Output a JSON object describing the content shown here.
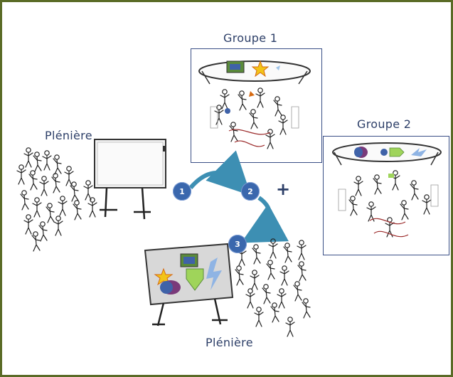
{
  "labels": {
    "pleniere_top": "Plénière",
    "groupe1": "Groupe 1",
    "groupe2": "Groupe 2",
    "pleniere_bottom": "Plénière"
  },
  "steps": [
    "1",
    "2",
    "3"
  ],
  "plus_sign": "+",
  "colors": {
    "frame": "#5a6b26",
    "label": "#2d3f68",
    "step": "#3a67ad",
    "arrow": "#3d8fb3",
    "panel_border": "#3a4f86",
    "ink": "#222222",
    "red_ink": "#9b2a2a"
  },
  "icons": [
    "star-icon",
    "flag-icon",
    "lightning-icon",
    "arrow-shape-icon",
    "oval-icon"
  ]
}
